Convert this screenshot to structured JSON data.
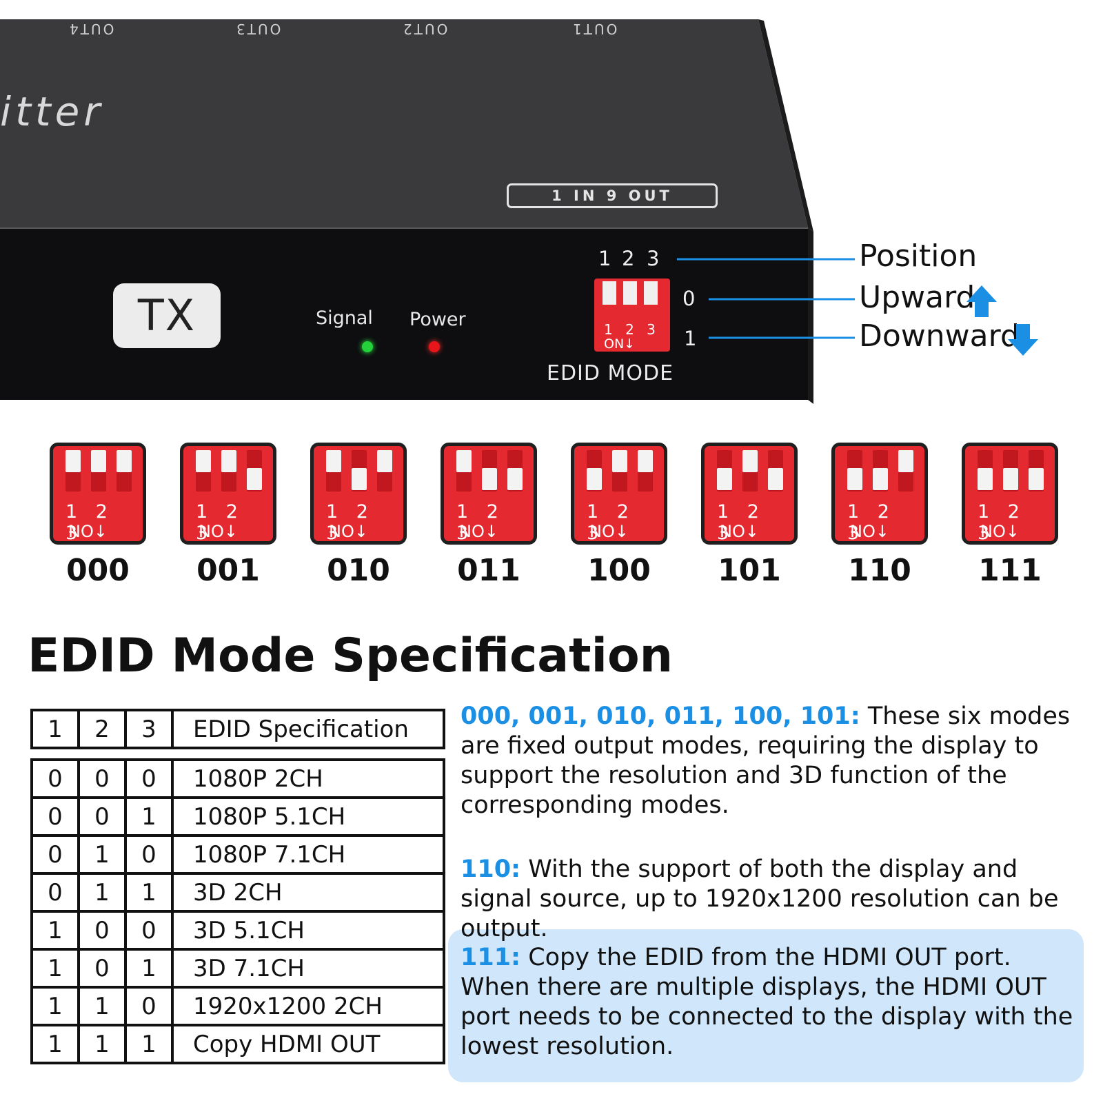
{
  "device": {
    "top_ports": [
      "OUT4",
      "OUT3",
      "OUT2",
      "OUT1"
    ],
    "brand_fragment": "itter",
    "badge": "1 IN 9 OUT",
    "tx_label": "TX",
    "signal_label": "Signal",
    "power_label": "Power",
    "switch_positions": [
      "1",
      "2",
      "3"
    ],
    "state_up": "0",
    "state_down": "1",
    "switch_face_numbers": "1 2 3",
    "switch_face_on": "ON↓",
    "edid_mode_label": "EDID MODE"
  },
  "legend": {
    "position": "Position",
    "upward": "Upward",
    "downward": "Downward",
    "accent_color": "#1a8fe3"
  },
  "dip_switches": [
    {
      "code": "000",
      "bits": [
        0,
        0,
        0
      ],
      "numbers": "123",
      "on": "NO↓"
    },
    {
      "code": "001",
      "bits": [
        0,
        0,
        1
      ],
      "numbers": "123",
      "on": "NO↓"
    },
    {
      "code": "010",
      "bits": [
        0,
        1,
        0
      ],
      "numbers": "123",
      "on": "NO↓"
    },
    {
      "code": "011",
      "bits": [
        0,
        1,
        1
      ],
      "numbers": "123",
      "on": "NO↓"
    },
    {
      "code": "100",
      "bits": [
        1,
        0,
        0
      ],
      "numbers": "123",
      "on": "NO↓"
    },
    {
      "code": "101",
      "bits": [
        1,
        0,
        1
      ],
      "numbers": "123",
      "on": "NO↓"
    },
    {
      "code": "110",
      "bits": [
        1,
        1,
        0
      ],
      "numbers": "123",
      "on": "NO↓"
    },
    {
      "code": "111",
      "bits": [
        1,
        1,
        1
      ],
      "numbers": "123",
      "on": "NO↓"
    }
  ],
  "spec": {
    "title": "EDID Mode Specification",
    "headers": [
      "1",
      "2",
      "3",
      "EDID Specification"
    ],
    "rows": [
      [
        "0",
        "0",
        "0",
        "1080P 2CH"
      ],
      [
        "0",
        "0",
        "1",
        "1080P 5.1CH"
      ],
      [
        "0",
        "1",
        "0",
        "1080P 7.1CH"
      ],
      [
        "0",
        "1",
        "1",
        "3D 2CH"
      ],
      [
        "1",
        "0",
        "0",
        "3D 5.1CH"
      ],
      [
        "1",
        "0",
        "1",
        "3D 7.1CH"
      ],
      [
        "1",
        "1",
        "0",
        "1920x1200 2CH"
      ],
      [
        "1",
        "1",
        "1",
        "Copy HDMI OUT"
      ]
    ]
  },
  "descriptions": [
    {
      "key": "000, 001, 010, 011, 100, 101:",
      "text": " These six modes are fixed output modes, requiring the display to support the resolution and 3D function of the corresponding modes."
    },
    {
      "key": "110:",
      "text": " With the support of both the display and signal source, up to 1920x1200 resolution can be output."
    },
    {
      "key": "111:",
      "text": " Copy the EDID from the HDMI OUT port. When there are multiple displays, the HDMI OUT port needs to be connected to the display with the lowest resolution."
    }
  ]
}
